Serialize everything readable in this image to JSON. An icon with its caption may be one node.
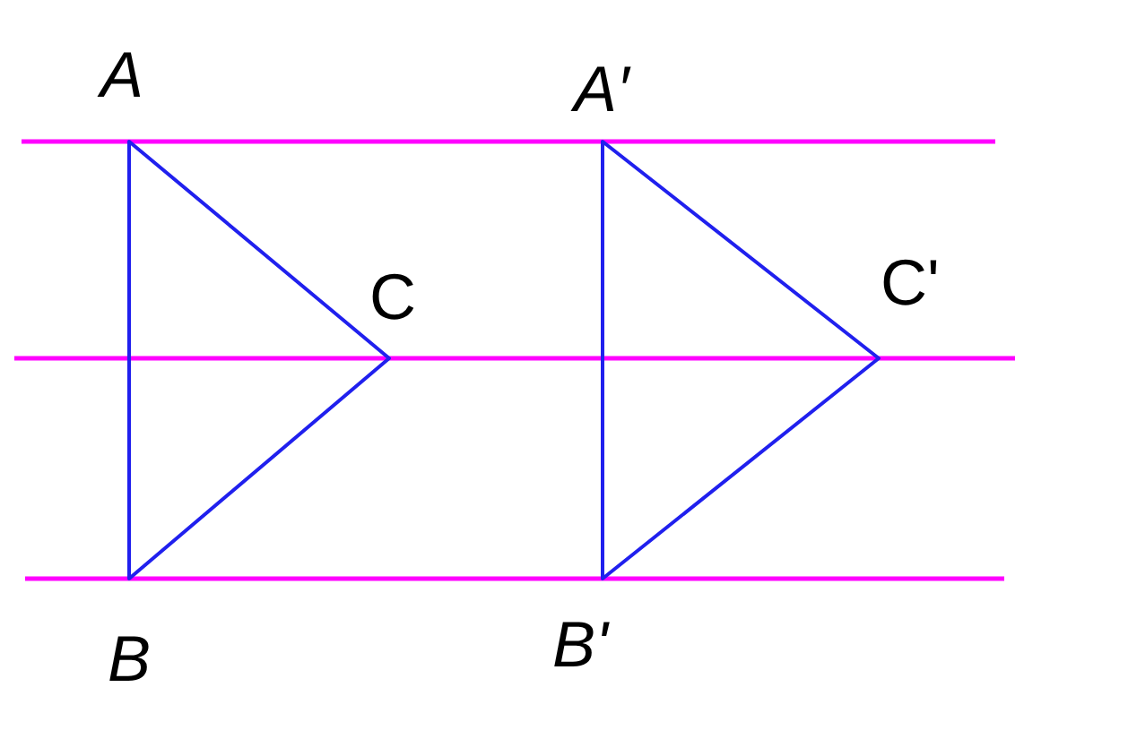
{
  "diagram": {
    "labels": [
      "A",
      "A′",
      "C",
      "C'",
      "B",
      "B'"
    ]
  }
}
